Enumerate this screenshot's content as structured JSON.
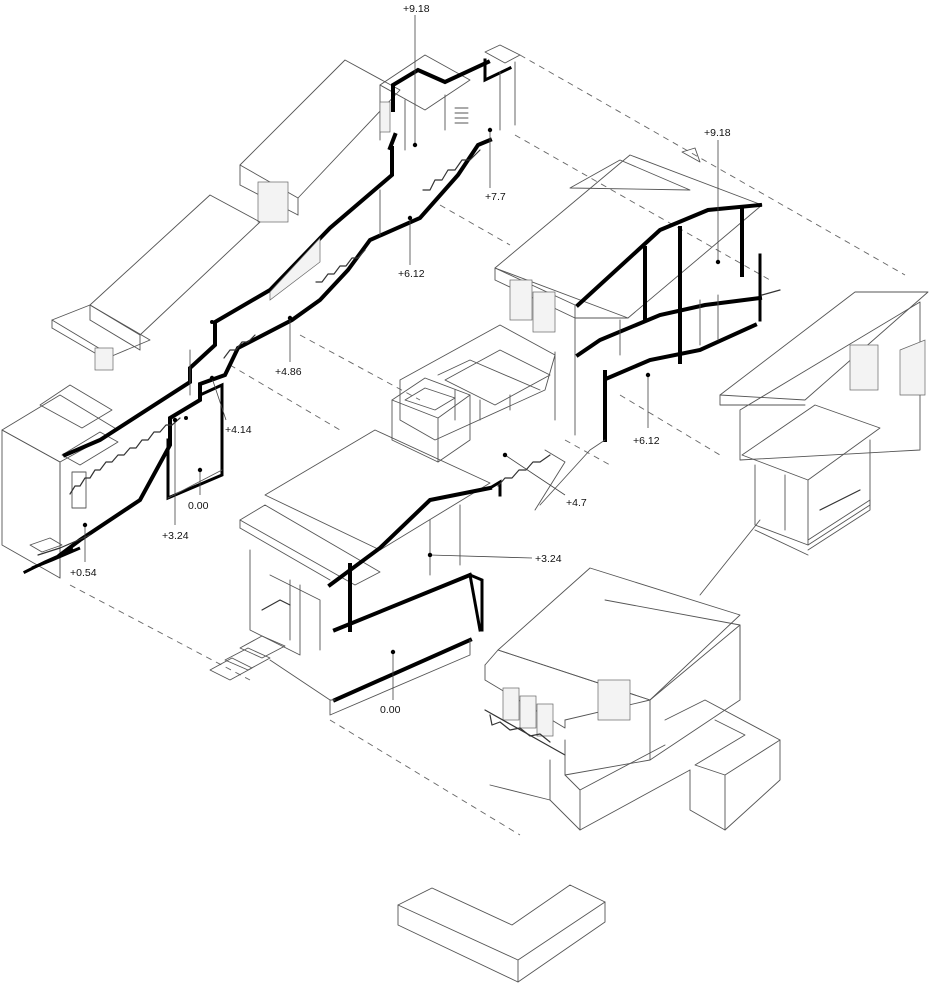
{
  "diagram": {
    "colors": {
      "line": "#555555",
      "cut": "#000000",
      "background": "#ffffff"
    },
    "level_labels": {
      "a_top": "+9.18",
      "a_upper": "+7.7",
      "a_mid": "+6.12",
      "a_landing": "+4.86",
      "a_lower": "+4.14",
      "a_zero": "0.00",
      "a_entry": "+3.24",
      "a_base": "+0.54",
      "b_top": "+9.18",
      "b_mid": "+6.12",
      "c_stair": "+4.7",
      "c_floor": "+3.24",
      "c_zero": "0.00"
    }
  }
}
